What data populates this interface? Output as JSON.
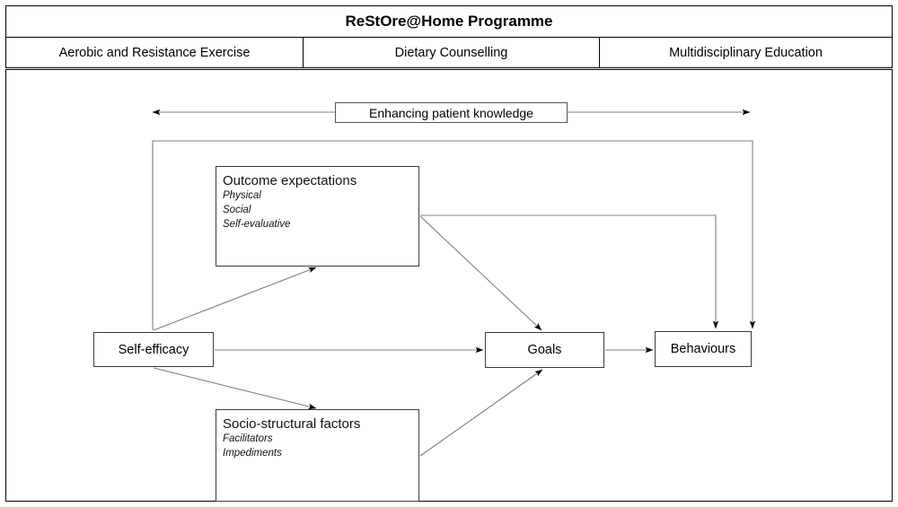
{
  "header": {
    "title": "ReStOre@Home Programme",
    "columns": [
      "Aerobic and Resistance Exercise",
      "Dietary Counselling",
      "Multidisciplinary Education"
    ]
  },
  "diagram": {
    "banner": {
      "label": "Enhancing patient knowledge"
    },
    "nodes": {
      "outcome_expectations": {
        "title": "Outcome expectations",
        "items": [
          "Physical",
          "Social",
          "Self-evaluative"
        ]
      },
      "socio_structural_factors": {
        "title": "Socio-structural factors",
        "items": [
          "Facilitators",
          "Impediments"
        ]
      },
      "self_efficacy": {
        "label": "Self-efficacy"
      },
      "goals": {
        "label": "Goals"
      },
      "behaviours": {
        "label": "Behaviours"
      }
    },
    "edges": [
      {
        "from": "enhancing-banner",
        "to": "left-boundary",
        "type": "double-arrow"
      },
      {
        "from": "self-efficacy",
        "to": "outcome-expectations",
        "type": "arrow"
      },
      {
        "from": "self-efficacy",
        "to": "socio-structural-factors",
        "type": "arrow"
      },
      {
        "from": "self-efficacy",
        "to": "goals",
        "type": "arrow"
      },
      {
        "from": "outcome-expectations",
        "to": "goals",
        "type": "arrow"
      },
      {
        "from": "outcome-expectations",
        "to": "behaviours",
        "type": "elbow-arrow"
      },
      {
        "from": "socio-structural-factors",
        "to": "goals",
        "type": "arrow"
      },
      {
        "from": "goals",
        "to": "behaviours",
        "type": "arrow"
      },
      {
        "from": "knowledge-frame",
        "to": "behaviours",
        "type": "elbow-arrow"
      }
    ],
    "colors": {
      "line": "#7f7f7f",
      "arrowhead": "#000000",
      "box_border": "#3a3a3a",
      "frame_border": "#000000",
      "background": "#ffffff"
    }
  }
}
